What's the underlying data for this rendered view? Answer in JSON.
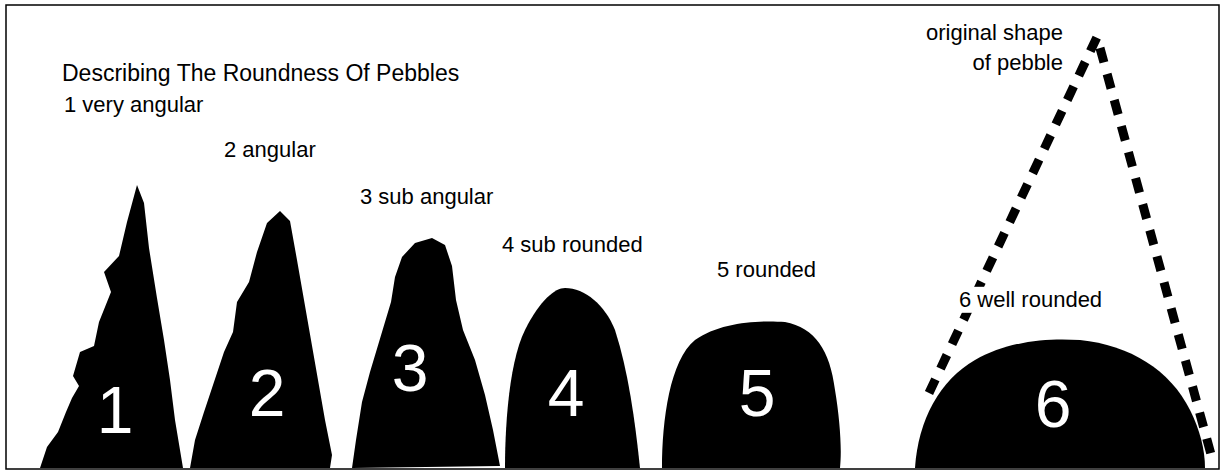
{
  "diagram": {
    "title": "Describing The Roundness Of Pebbles",
    "nodes": [
      {
        "text": [
          "1 very angular",
          "1"
        ]
      },
      {
        "text": [
          "2 angular",
          "2"
        ]
      },
      {
        "text": [
          "3 sub angular",
          "3"
        ]
      },
      {
        "text": [
          "4 sub rounded",
          "4"
        ]
      },
      {
        "text": [
          "5 rounded",
          "5"
        ]
      },
      {
        "text": [
          "6 well rounded",
          "6"
        ]
      }
    ],
    "labels": [
      "original shape of pebble"
    ]
  }
}
